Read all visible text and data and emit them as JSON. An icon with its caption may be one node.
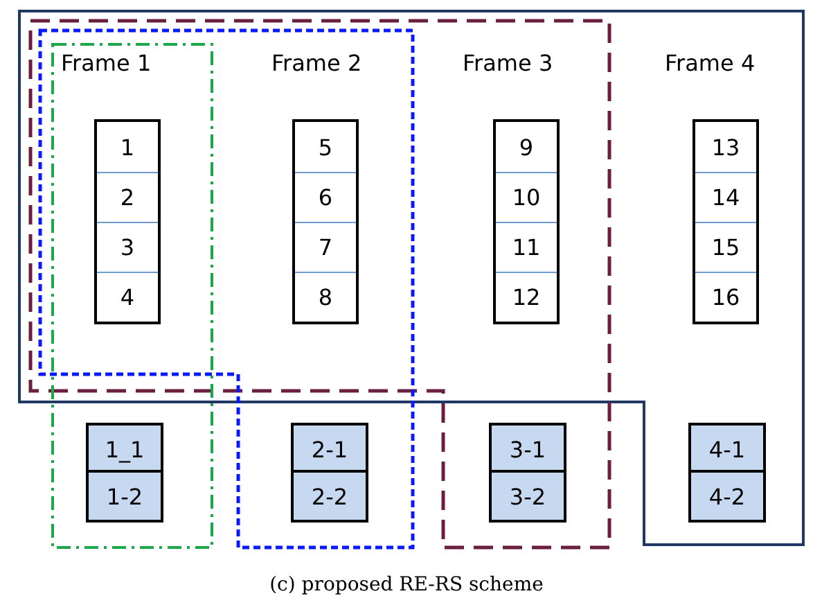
{
  "diagram": {
    "caption": "(c) proposed RE-RS scheme",
    "nodes": [
      {
        "text": [
          "Frame 1"
        ]
      },
      {
        "text": [
          "1"
        ],
        "in": 0
      },
      {
        "text": [
          "2"
        ],
        "in": 0
      },
      {
        "text": [
          "3"
        ],
        "in": 0
      },
      {
        "text": [
          "4"
        ],
        "in": 0
      },
      {
        "text": [
          "Frame 2"
        ]
      },
      {
        "text": [
          "5"
        ],
        "in": 5
      },
      {
        "text": [
          "6"
        ],
        "in": 5
      },
      {
        "text": [
          "7"
        ],
        "in": 5
      },
      {
        "text": [
          "8"
        ],
        "in": 5
      },
      {
        "text": [
          "Frame 3"
        ]
      },
      {
        "text": [
          "9"
        ],
        "in": 10
      },
      {
        "text": [
          "10"
        ],
        "in": 10
      },
      {
        "text": [
          "11"
        ],
        "in": 10
      },
      {
        "text": [
          "12"
        ],
        "in": 10
      },
      {
        "text": [
          "Frame 4"
        ]
      },
      {
        "text": [
          "13"
        ],
        "in": 15
      },
      {
        "text": [
          "14"
        ],
        "in": 15
      },
      {
        "text": [
          "15"
        ],
        "in": 15
      },
      {
        "text": [
          "16"
        ],
        "in": 15
      },
      {
        "text": [
          "1_1"
        ]
      },
      {
        "text": [
          "1-2"
        ]
      },
      {
        "text": [
          "2-1"
        ]
      },
      {
        "text": [
          "2-2"
        ]
      },
      {
        "text": [
          "3-1"
        ]
      },
      {
        "text": [
          "3-2"
        ]
      },
      {
        "text": [
          "4-1"
        ]
      },
      {
        "text": [
          "4-2"
        ]
      }
    ]
  }
}
